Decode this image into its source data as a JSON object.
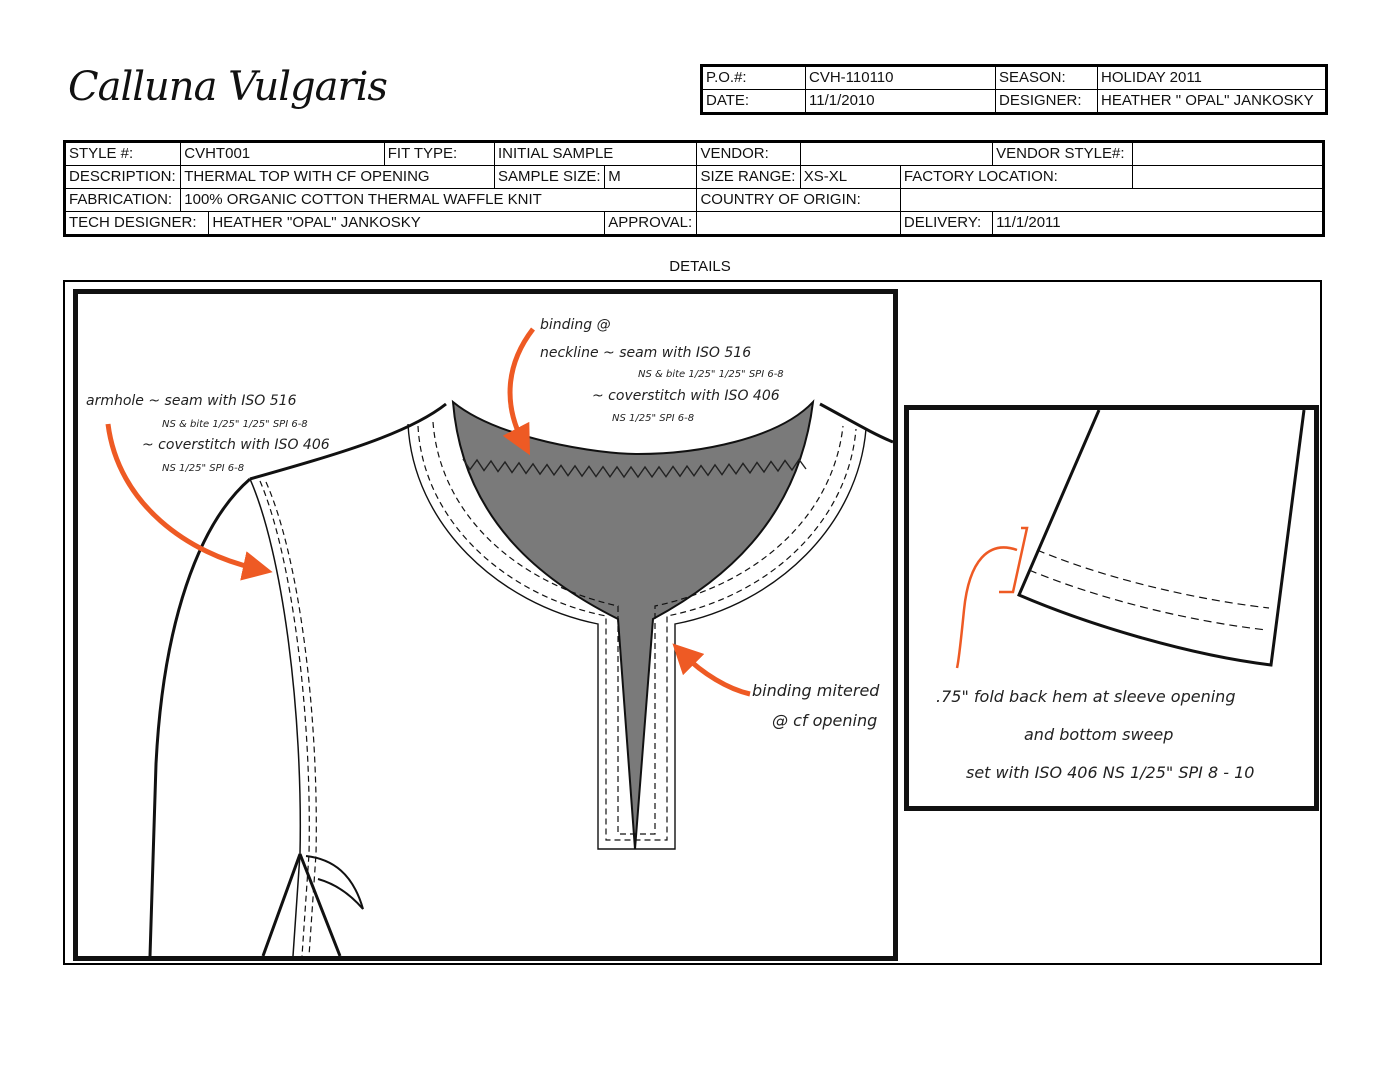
{
  "brand": "Calluna Vulgaris",
  "header": {
    "po_label": "P.O.#:",
    "po_value": "CVH-110110",
    "season_label": "SEASON:",
    "season_value": "HOLIDAY 2011",
    "date_label": "DATE:",
    "date_value": "11/1/2010",
    "designer_label": "DESIGNER:",
    "designer_value": "HEATHER \" OPAL\" JANKOSKY"
  },
  "spec": {
    "style_label": "STYLE #:",
    "style_value": "CVHT001",
    "fit_label": "FIT TYPE:",
    "fit_value": "INITIAL SAMPLE",
    "vendor_label": "VENDOR:",
    "vendor_value": "",
    "vendor_style_label": "VENDOR STYLE#:",
    "vendor_style_value": "",
    "description_label": "DESCRIPTION:",
    "description_value": "THERMAL TOP WITH CF OPENING",
    "sample_size_label": "SAMPLE SIZE:",
    "sample_size_value": "M",
    "size_range_label": "SIZE RANGE:",
    "size_range_value": "XS-XL",
    "factory_label": "FACTORY LOCATION:",
    "factory_value": "",
    "fabrication_label": "FABRICATION:",
    "fabrication_value": "100% ORGANIC COTTON THERMAL WAFFLE KNIT",
    "country_label": "COUNTRY OF ORIGIN:",
    "country_value": "",
    "tech_label": "TECH DESIGNER:",
    "tech_value": "HEATHER \"OPAL\" JANKOSKY",
    "approval_label": "APPROVAL:",
    "approval_value": "",
    "delivery_label": "DELIVERY:",
    "delivery_value": "11/1/2011"
  },
  "details_label": "DETAILS",
  "notes": {
    "binding_1": "binding @",
    "binding_2": "neckline ~ seam with ISO 516",
    "binding_3": "NS & bite 1/25\" 1/25\"  SPI 6-8",
    "binding_4": "~ coverstitch with ISO 406",
    "binding_5": "NS 1/25\"  SPI 6-8",
    "armhole_1": "armhole ~ seam with ISO 516",
    "armhole_2": "NS & bite 1/25\" 1/25\"  SPI 6-8",
    "armhole_3": "~ coverstitch with ISO 406",
    "armhole_4": "NS 1/25\"  SPI 6-8",
    "mitered_1": "binding mitered",
    "mitered_2": "@ cf opening",
    "hem_1": ".75\" fold back hem at sleeve opening",
    "hem_2": "and bottom sweep",
    "hem_3": "set with ISO 406    NS 1/25\"   SPI 8 - 10"
  },
  "colors": {
    "arrow": "#ee5a24",
    "neck_fill": "#7a7a7a",
    "line": "#111111"
  }
}
